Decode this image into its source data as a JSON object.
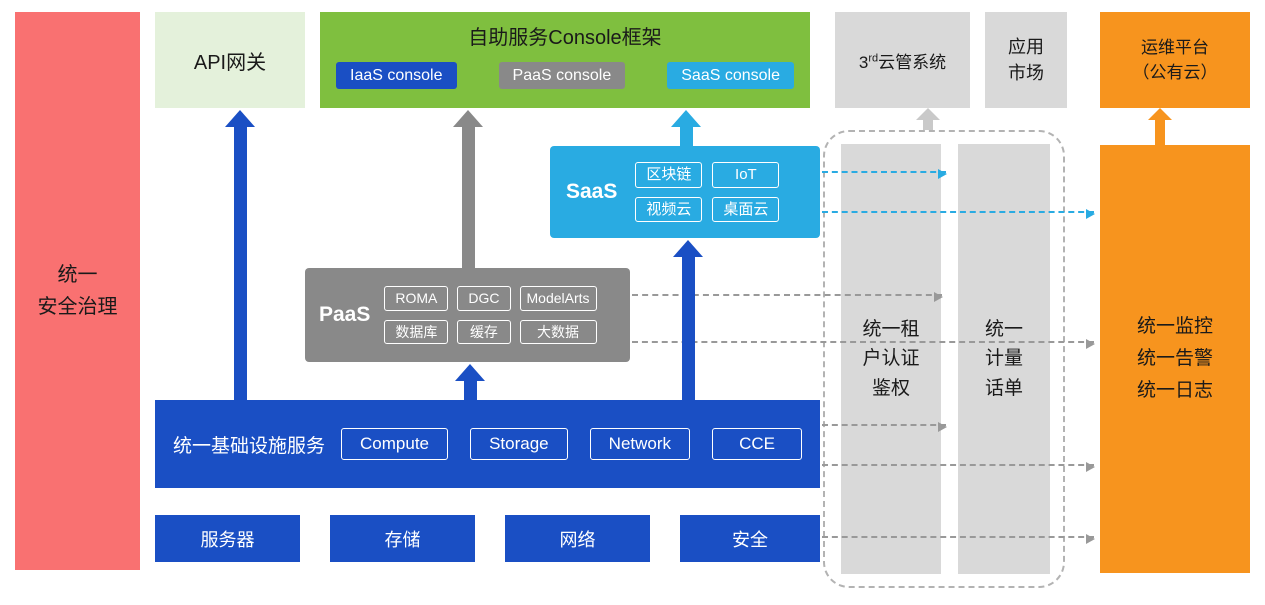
{
  "diagram": {
    "security_bar": {
      "label": "统一\n安全治理"
    },
    "api_gateway": {
      "label": "API网关"
    },
    "console": {
      "title": "自助服务Console框架",
      "iaas": "IaaS console",
      "paas": "PaaS console",
      "saas": "SaaS console"
    },
    "third_cloud": {
      "num": "3",
      "sup": "rd",
      "text": "云管系统"
    },
    "app_market": {
      "label": "应用\n市场"
    },
    "ops_platform": {
      "label": "运维平台\n（公有云）"
    },
    "saas": {
      "label": "SaaS",
      "badges": [
        "区块链",
        "IoT",
        "视频云",
        "桌面云"
      ]
    },
    "paas": {
      "label": "PaaS",
      "badges": [
        "ROMA",
        "DGC",
        "ModelArts",
        "数据库",
        "缓存",
        "大数据"
      ]
    },
    "infra": {
      "label": "统一基础设施服务",
      "badges": [
        "Compute",
        "Storage",
        "Network",
        "CCE"
      ]
    },
    "hardware": {
      "items": [
        "服务器",
        "存储",
        "网络",
        "安全"
      ]
    },
    "shared": {
      "auth": "统一租\n户认证\n鉴权",
      "metering": "统一\n计量\n话单",
      "monitor": "统一监控\n统一告警\n统一日志"
    }
  },
  "colors": {
    "blue": "#1A4FC4",
    "cyan": "#29ABE2",
    "gray": "#898989",
    "light_gray": "#D9D9D9",
    "green": "#7FBF3F",
    "light_green": "#E4F1DB",
    "orange": "#F7941E",
    "red": "#F97171"
  }
}
